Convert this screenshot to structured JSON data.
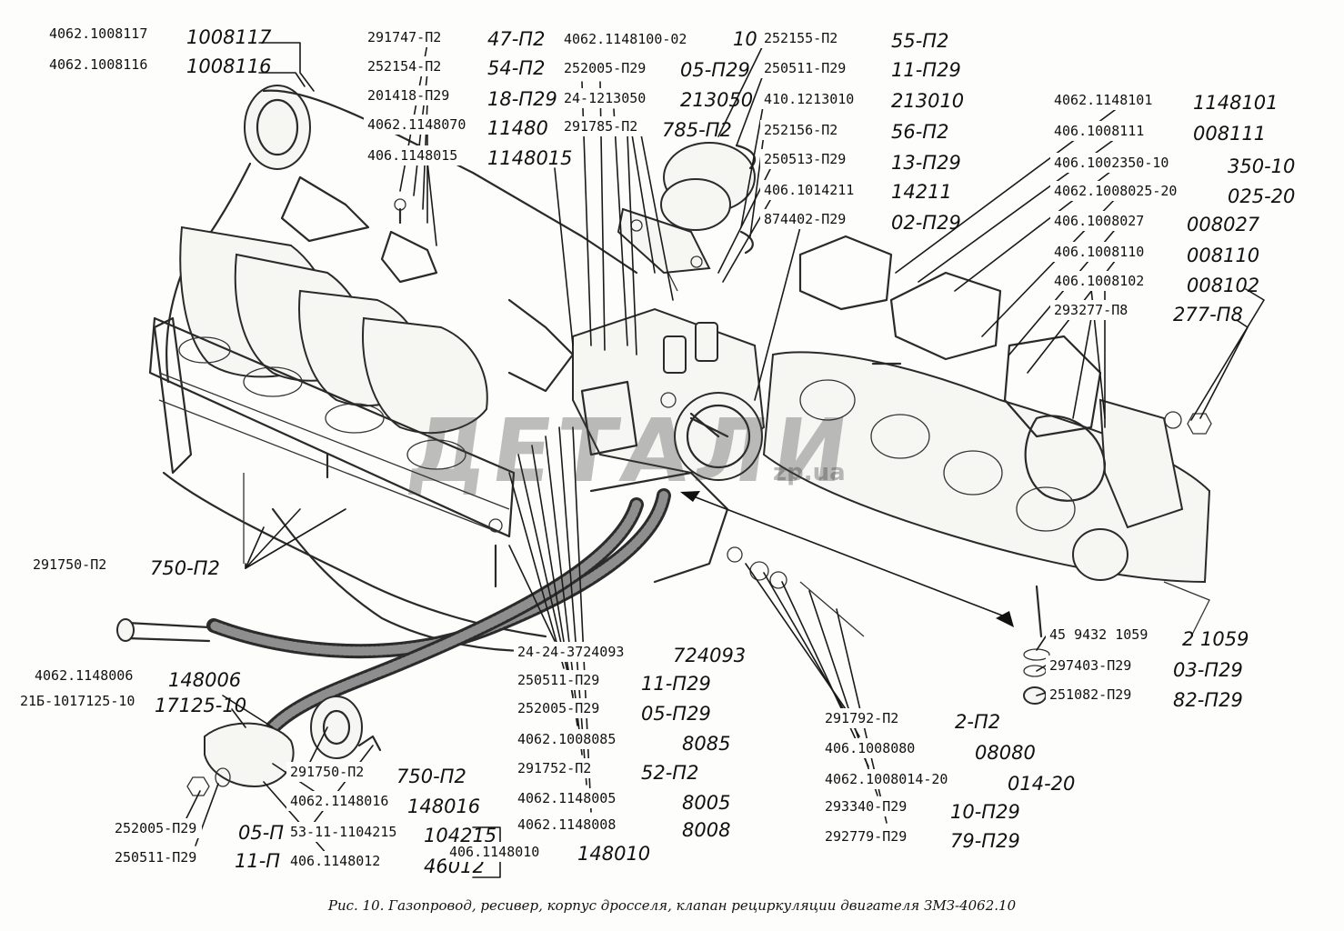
{
  "caption": "Рис. 10. Газопровод, ресивер, корпус дросселя, клапан рециркуляции двигателя ЗМЗ-4062.10",
  "watermark": "ДЕТАЛИ",
  "watermark_suffix": "zp.ua",
  "part_labels": [
    "4062.1008117",
    "4062.1008116",
    "291747-П2",
    "4062.1148100-02",
    "252155-П2",
    "252154-П2",
    "252005-П29",
    "250511-П29",
    "201418-П29",
    "24-1213050",
    "410.1213010",
    "4062.1148070",
    "291785-П2",
    "252156-П2",
    "406.1148015",
    "250513-П29",
    "406.1014211",
    "874402-П29",
    "4062.1148101",
    "406.1008111",
    "406.1002350-10",
    "4062.1008025-20",
    "406.1008027",
    "406.1008110",
    "406.1008102",
    "293277-П8",
    "291750-П2",
    "45 9432 1059",
    "297403-П29",
    "251082-П29",
    "24-24-3724093",
    "250511-П29",
    "252005-П29",
    "4062.1008085",
    "291752-П2",
    "4062.1148005",
    "4062.1148008",
    "406.1148010",
    "4062.1148006",
    "21Б-1017125-10",
    "291750-П2",
    "4062.1148016",
    "252005-П29",
    "53-11-1104215",
    "250511-П29",
    "406.1148012",
    "291792-П2",
    "406.1008080",
    "4062.1008014-20",
    "293340-П29",
    "292779-П29"
  ],
  "ghost_labels": [
    "1008117",
    "1008116",
    "47-П2",
    "10",
    "55-П2",
    "54-П2",
    "05-П29",
    "11-П29",
    "18-П29",
    "213050",
    "213010",
    "11480",
    "785-П2",
    "56-П2",
    "1148015",
    "13-П29",
    "14211",
    "02-П29",
    "1148101",
    "008111",
    "350-10",
    "025-20",
    "008027",
    "008110",
    "008102",
    "277-П8",
    "750-П2",
    "2 1059",
    "03-П29",
    "82-П29",
    "724093",
    "11-П29",
    "05-П29",
    "8085",
    "52-П2",
    "8005",
    "8008",
    "148010",
    "148006",
    "17125-10",
    "750-П2",
    "148016",
    "05-П",
    "104215",
    "11-П",
    "46012",
    "2-П2",
    "08080",
    "014-20",
    "10-П29",
    "79-П29"
  ]
}
